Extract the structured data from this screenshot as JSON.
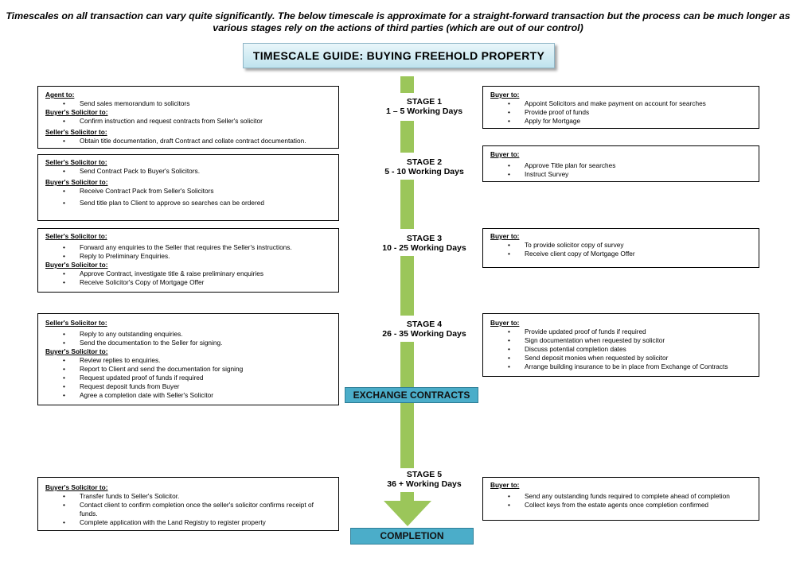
{
  "intro": {
    "line1": "Timescales on all transaction can vary quite significantly. The below timescale is approximate for a straight-forward transaction but the process can be much longer as",
    "line2": "various stages rely on  the actions of third parties (which are out of our control)"
  },
  "title": "TIMESCALE GUIDE: BUYING FREEHOLD PROPERTY",
  "stages": [
    {
      "label": "STAGE 1",
      "days": "1 – 5 Working Days"
    },
    {
      "label": "STAGE 2",
      "days": "5 - 10 Working Days"
    },
    {
      "label": "STAGE 3",
      "days": "10 - 25 Working Days"
    },
    {
      "label": "STAGE 4",
      "days": "26 - 35 Working Days"
    },
    {
      "label": "STAGE 5",
      "days": "36 + Working Days"
    }
  ],
  "exchange": "EXCHANGE CONTRACTS",
  "completion": "COMPLETION",
  "colors": {
    "bar": "#9bc65a",
    "banner": "#4badc9",
    "title_bg": "#d4edf5"
  },
  "left": [
    {
      "sections": [
        {
          "heading": "Agent to:",
          "items": [
            "Send sales memorandum to solicitors"
          ]
        },
        {
          "heading": "Buyer's Solicitor to:",
          "items": [
            "Confirm instruction and request contracts from Seller's solicitor"
          ]
        },
        {
          "heading": "Seller's Solicitor to:",
          "items": [
            "Obtain title documentation, draft Contract and collate contract documentation."
          ]
        }
      ]
    },
    {
      "sections": [
        {
          "heading": "Seller's Solicitor to:",
          "items": [
            "Send Contract Pack to Buyer's Solicitors."
          ]
        },
        {
          "heading": "Buyer's Solicitor to:",
          "items": [
            "Receive Contract Pack from Seller's Solicitors",
            "Send title plan to Client to approve so searches can be ordered"
          ]
        }
      ]
    },
    {
      "sections": [
        {
          "heading": "Seller's Solicitor to:",
          "items": [
            "Forward any enquiries to the Seller that requires the Seller's instructions.",
            "Reply to Preliminary Enquiries."
          ]
        },
        {
          "heading": "Buyer's Solicitor to:",
          "items": [
            "Approve Contract, investigate title & raise preliminary enquiries",
            "Receive Solicitor's Copy of Mortgage Offer"
          ]
        }
      ]
    },
    {
      "sections": [
        {
          "heading": "Seller's Solicitor to:",
          "items": [
            "Reply to any outstanding enquiries.",
            "Send the documentation to the Seller for signing."
          ]
        },
        {
          "heading": "Buyer's Solicitor to:",
          "items": [
            "Review replies to enquiries.",
            "Report to Client and send the documentation for signing",
            "Request updated proof of funds if required",
            "Request deposit funds from Buyer",
            "Agree a completion date with Seller's Solicitor"
          ]
        }
      ]
    },
    {
      "sections": [
        {
          "heading": "Buyer's Solicitor to:",
          "items": [
            "Transfer funds to Seller's Solicitor.",
            "Contact client to confirm completion once the seller's solicitor confirms receipt of funds.",
            "Complete application with the Land Registry to register property"
          ]
        }
      ]
    }
  ],
  "right": [
    {
      "heading": "Buyer to:",
      "items": [
        "Appoint Solicitors and make payment on account for searches",
        "Provide proof of funds",
        "Apply for Mortgage"
      ]
    },
    {
      "heading": "Buyer to:",
      "items": [
        "Approve Title plan for searches",
        "Instruct Survey"
      ]
    },
    {
      "heading": "Buyer to:",
      "items": [
        "To provide solicitor copy of survey",
        "Receive client copy of Mortgage Offer"
      ]
    },
    {
      "heading": "Buyer to:",
      "items": [
        "Provide updated proof of funds if required",
        "Sign documentation when requested by solicitor",
        "Discuss potential completion dates",
        "Send deposit monies when requested by solicitor",
        "Arrange building insurance to be in place from Exchange of Contracts"
      ]
    },
    {
      "heading": "Buyer to:",
      "items": [
        "Send any outstanding funds required to complete ahead of completion",
        "Collect keys from the estate agents once completion confirmed"
      ]
    }
  ]
}
